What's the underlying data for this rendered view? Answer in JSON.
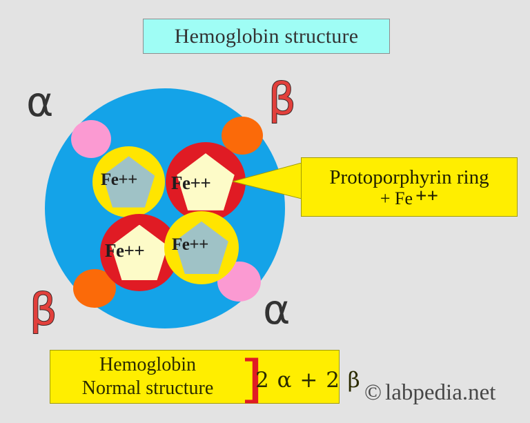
{
  "title": {
    "text": "Hemoglobin structure",
    "box_color": "#9ffdf5"
  },
  "diagram": {
    "molecule_color": "#14a3e8",
    "subunits": [
      {
        "name": "alpha-subunit-top-left",
        "color": "#fb9ad2"
      },
      {
        "name": "beta-subunit-top-right",
        "color": "#fb6a09"
      },
      {
        "name": "beta-subunit-bottom-left",
        "color": "#fb6a09"
      },
      {
        "name": "alpha-subunit-bottom-right",
        "color": "#fb9ad2"
      }
    ],
    "heme_groups": [
      {
        "label": "Fe++",
        "ring_color": "#ffe500",
        "core_color": "#9fc2c6"
      },
      {
        "label": "Fe++",
        "ring_color": "#e01b24",
        "core_color": "#fdfbc8"
      },
      {
        "label": "Fe++",
        "ring_color": "#e01b24",
        "core_color": "#fdfbc8"
      },
      {
        "label": "Fe++",
        "ring_color": "#ffe500",
        "core_color": "#9fc2c6"
      }
    ],
    "chain_labels": [
      {
        "name": "alpha-label-top-left",
        "symbol": "α",
        "color": "#333333"
      },
      {
        "name": "beta-label-top-right",
        "symbol": "β",
        "color": "#e2403c"
      },
      {
        "name": "beta-label-bottom-left",
        "symbol": "β",
        "color": "#e2403c"
      },
      {
        "name": "alpha-label-bottom-right",
        "symbol": "α",
        "color": "#333333"
      }
    ]
  },
  "callout": {
    "line1": "Protoporphyrin ring",
    "line2_prefix": "+ Fe",
    "line2_charge": "++",
    "box_color": "#ffee00"
  },
  "summary": {
    "line1": "Hemoglobin",
    "line2": "Normal structure",
    "bracket": "]",
    "formula": "2 α + 2 β",
    "box_color": "#ffee00",
    "bracket_color": "#e01b24"
  },
  "watermark": {
    "copyright": "©",
    "text": "labpedia.net"
  }
}
